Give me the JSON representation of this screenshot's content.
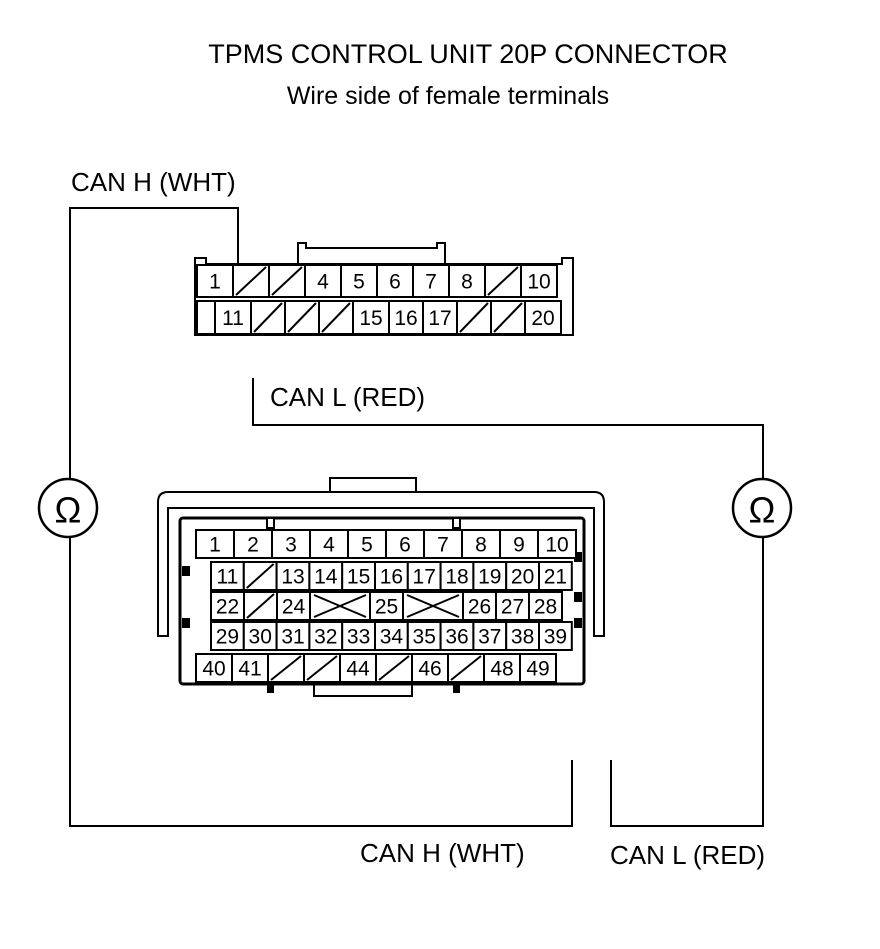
{
  "title": "TPMS CONTROL UNIT 20P CONNECTOR",
  "subtitle": "Wire side of female terminals",
  "labels": {
    "can_h_top": "CAN H (WHT)",
    "can_l_mid": "CAN L (RED)",
    "can_h_bottom": "CAN H (WHT)",
    "can_l_bottom": "CAN L (RED)"
  },
  "meters": {
    "left_symbol": "Ω",
    "right_symbol": "Ω"
  },
  "connector_20p": {
    "row1": [
      "1",
      "/",
      "/",
      "4",
      "5",
      "6",
      "7",
      "8",
      "/",
      "10"
    ],
    "row2": [
      "",
      "11",
      "/",
      "/",
      "/",
      "15",
      "16",
      "17",
      "/",
      "/",
      "20"
    ]
  },
  "connector_49p": {
    "row1": [
      "1",
      "2",
      "3",
      "4",
      "5",
      "6",
      "7",
      "8",
      "9",
      "10"
    ],
    "row2": [
      "11",
      "/",
      "13",
      "14",
      "15",
      "16",
      "17",
      "18",
      "19",
      "20",
      "21"
    ],
    "row3": [
      "22",
      "/",
      "24",
      "X",
      "25",
      "X",
      "26",
      "27",
      "28"
    ],
    "row4": [
      "29",
      "30",
      "31",
      "32",
      "33",
      "34",
      "35",
      "36",
      "37",
      "38",
      "39"
    ],
    "row5": [
      "40",
      "41",
      "/",
      "/",
      "44",
      "/",
      "46",
      "/",
      "48",
      "49"
    ]
  }
}
